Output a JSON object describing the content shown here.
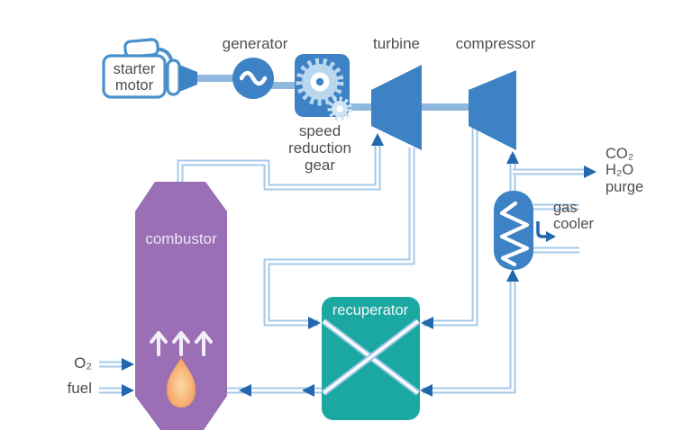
{
  "labels": {
    "starter_motor": "starter\nmotor",
    "generator": "generator",
    "speed_reduction_gear": "speed\nreduction\ngear",
    "turbine": "turbine",
    "compressor": "compressor",
    "combustor": "combustor",
    "recuperator": "recuperator",
    "gas_cooler": "gas\ncooler",
    "purge": "CO₂\nH₂O\npurge",
    "o2": "O₂",
    "fuel": "fuel"
  },
  "colors": {
    "component_blue": "#3d82c4",
    "pipe_light_blue": "#a6c9e8",
    "arrowhead_blue": "#2268ae",
    "combustor_purple": "#9a6fb5",
    "recuperator_teal": "#1ba8a2",
    "flame_orange": "#f2a05c",
    "label_gray": "#4f4f4f"
  }
}
